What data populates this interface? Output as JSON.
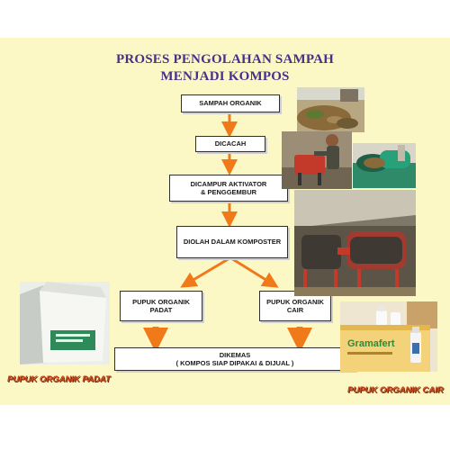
{
  "title": {
    "line1": "PROSES PENGOLAHAN SAMPAH",
    "line2": "MENJADI KOMPOS"
  },
  "steps": {
    "sampah_organik": "SAMPAH ORGANIK",
    "dicacah": "DICACAH",
    "dicampur_line1": "DICAMPUR AKTIVATOR",
    "dicampur_line2": "& PENGGEMBUR",
    "diolah": "DIOLAH DALAM KOMPOSTER",
    "padat_line1": "PUPUK ORGANIK",
    "padat_line2": "PADAT",
    "cair_line1": "PUPUK ORGANIK",
    "cair_line2": "CAIR",
    "dikemas_line1": "DIKEMAS",
    "dikemas_line2": "( KOMPOS SIAP DIPAKAI & DIJUAL )"
  },
  "captions": {
    "padat": "PUPUK ORGANIK PADAT",
    "cair": "PUPUK ORGANIK CAIR"
  },
  "product_label": "Gramafert",
  "colors": {
    "slide_bg": "#fbf8c6",
    "title": "#4a2f8a",
    "arrow": "#f07a1a",
    "caption": "#c9461a"
  }
}
